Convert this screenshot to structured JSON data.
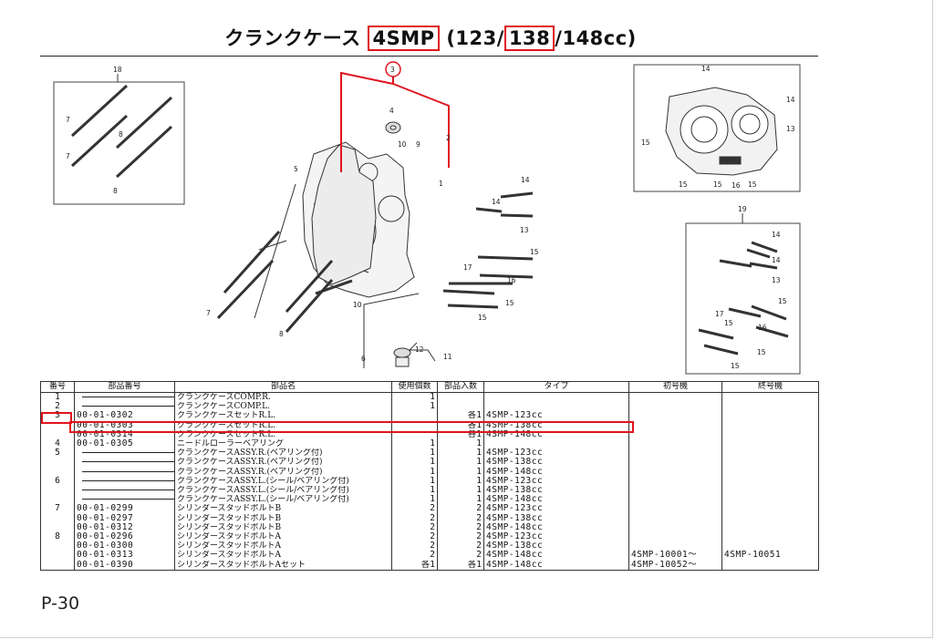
{
  "title": {
    "prefix": "クランクケース",
    "model": "4SMP",
    "open": " (123/",
    "variant": "138",
    "close": "/148cc)"
  },
  "callouts": [
    "1",
    "2",
    "3",
    "4",
    "5",
    "6",
    "7",
    "8",
    "9",
    "10",
    "11",
    "12",
    "13",
    "14",
    "15",
    "16",
    "17",
    "18",
    "19"
  ],
  "table": {
    "headers": [
      "番号",
      "部品番号",
      "部品名",
      "使用個数",
      "部品入数",
      "タイプ",
      "初号機",
      "終号機"
    ],
    "rows": [
      {
        "no": "1",
        "part": "",
        "name": "クランクケースCOMP.R.",
        "qty": "1",
        "set": "",
        "type": "",
        "first": "",
        "last": ""
      },
      {
        "no": "2",
        "part": "",
        "name": "クランクケースCOMP.L.",
        "qty": "1",
        "set": "",
        "type": "",
        "first": "",
        "last": ""
      },
      {
        "no": "3",
        "part": "00-01-0302",
        "name": "クランクケースセットR.L.",
        "qty": "",
        "set": "各1",
        "type": "4SMP-123cc",
        "first": "",
        "last": ""
      },
      {
        "no": "",
        "part": "00-01-0303",
        "name": "クランクケースセットR.L.",
        "qty": "",
        "set": "各1",
        "type": "4SMP-138cc",
        "first": "",
        "last": ""
      },
      {
        "no": "",
        "part": "00-01-0314",
        "name": "クランクケースセットR.L.",
        "qty": "",
        "set": "各1",
        "type": "4SMP-148cc",
        "first": "",
        "last": ""
      },
      {
        "no": "4",
        "part": "00-01-0305",
        "name": "ニードルローラーベアリング",
        "qty": "1",
        "set": "1",
        "type": "",
        "first": "",
        "last": ""
      },
      {
        "no": "5",
        "part": "",
        "name": "クランクケースASSY.R.(ベアリング付)",
        "qty": "1",
        "set": "1",
        "type": "4SMP-123cc",
        "first": "",
        "last": ""
      },
      {
        "no": "",
        "part": "",
        "name": "クランクケースASSY.R.(ベアリング付)",
        "qty": "1",
        "set": "1",
        "type": "4SMP-138cc",
        "first": "",
        "last": ""
      },
      {
        "no": "",
        "part": "",
        "name": "クランクケースASSY.R.(ベアリング付)",
        "qty": "1",
        "set": "1",
        "type": "4SMP-148cc",
        "first": "",
        "last": ""
      },
      {
        "no": "6",
        "part": "",
        "name": "クランクケースASSY.L.(シール/ベアリング付)",
        "qty": "1",
        "set": "1",
        "type": "4SMP-123cc",
        "first": "",
        "last": ""
      },
      {
        "no": "",
        "part": "",
        "name": "クランクケースASSY.L.(シール/ベアリング付)",
        "qty": "1",
        "set": "1",
        "type": "4SMP-138cc",
        "first": "",
        "last": ""
      },
      {
        "no": "",
        "part": "",
        "name": "クランクケースASSY.L.(シール/ベアリング付)",
        "qty": "1",
        "set": "1",
        "type": "4SMP-148cc",
        "first": "",
        "last": ""
      },
      {
        "no": "7",
        "part": "00-01-0299",
        "name": "シリンダースタッドボルトB",
        "qty": "2",
        "set": "2",
        "type": "4SMP-123cc",
        "first": "",
        "last": ""
      },
      {
        "no": "",
        "part": "00-01-0297",
        "name": "シリンダースタッドボルトB",
        "qty": "2",
        "set": "2",
        "type": "4SMP-138cc",
        "first": "",
        "last": ""
      },
      {
        "no": "",
        "part": "00-01-0312",
        "name": "シリンダースタッドボルトB",
        "qty": "2",
        "set": "2",
        "type": "4SMP-148cc",
        "first": "",
        "last": ""
      },
      {
        "no": "8",
        "part": "00-01-0296",
        "name": "シリンダースタッドボルトA",
        "qty": "2",
        "set": "2",
        "type": "4SMP-123cc",
        "first": "",
        "last": ""
      },
      {
        "no": "",
        "part": "00-01-0300",
        "name": "シリンダースタッドボルトA",
        "qty": "2",
        "set": "2",
        "type": "4SMP-138cc",
        "first": "",
        "last": ""
      },
      {
        "no": "",
        "part": "00-01-0313",
        "name": "シリンダースタッドボルトA",
        "qty": "2",
        "set": "2",
        "type": "4SMP-148cc",
        "first": "4SMP-10001～",
        "last": "4SMP-10051"
      },
      {
        "no": "",
        "part": "00-01-0390",
        "name": "シリンダースタッドボルトAセット",
        "qty": "各1",
        "set": "各1",
        "type": "4SMP-148cc",
        "first": "4SMP-10052～",
        "last": ""
      }
    ]
  },
  "page_number": "P-30",
  "colors": {
    "highlight": "#e0141e",
    "line": "#333333"
  }
}
